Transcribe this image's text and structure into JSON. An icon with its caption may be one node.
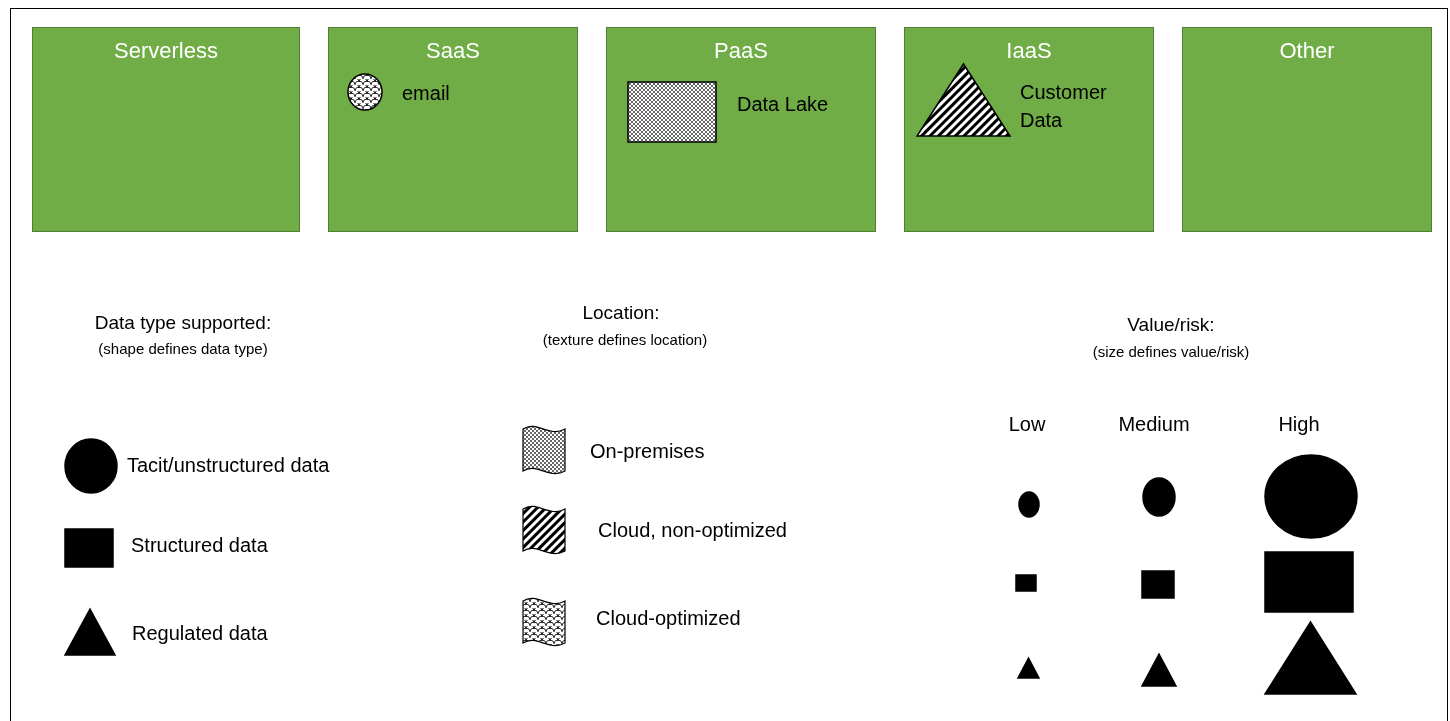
{
  "diagram": {
    "nodes": [
      {
        "text": [
          "Serverless"
        ]
      },
      {
        "text": [
          "SaaS"
        ]
      },
      {
        "text": [
          "PaaS"
        ]
      },
      {
        "text": [
          "IaaS"
        ]
      },
      {
        "text": [
          "Other"
        ]
      },
      {
        "text": [
          "email"
        ],
        "in": 1
      },
      {
        "text": [
          "Data Lake"
        ],
        "in": 2
      },
      {
        "text": [
          "Customer Data"
        ],
        "in": 3
      }
    ],
    "edges": [],
    "labels": [
      "Data type supported:",
      "(shape defines data type)",
      "Location:",
      "(texture defines location)",
      "Value/risk:",
      "(size defines value/risk)",
      "Low",
      "Medium",
      "High"
    ],
    "legend": [
      {
        "text": "Tacit/unstructured data"
      },
      {
        "text": "Structured data"
      },
      {
        "text": "Regulated data"
      },
      {
        "text": "On-premises"
      },
      {
        "text": "Cloud, non-optimized"
      },
      {
        "text": "Cloud-optimized"
      }
    ]
  }
}
